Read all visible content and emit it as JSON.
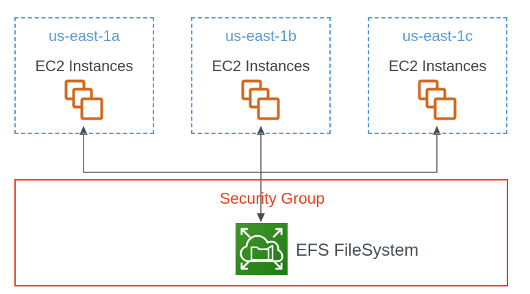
{
  "diagram": {
    "zones": [
      {
        "name": "us-east-1a",
        "service_label": "EC2 Instances"
      },
      {
        "name": "us-east-1b",
        "service_label": "EC2 Instances"
      },
      {
        "name": "us-east-1c",
        "service_label": "EC2 Instances"
      }
    ],
    "security_group": {
      "label": "Security Group"
    },
    "efs": {
      "label": "EFS FileSystem"
    },
    "icons": {
      "ec2": "ec2-instances-stack-icon",
      "efs": "efs-filesystem-icon",
      "connector": "arrow-connector"
    },
    "colors": {
      "zone_border": "#5b9bd5",
      "zone_title_text": "#5b9bd5",
      "dark_text": "#3f4345",
      "ec2_icon_orange": "#d2691e",
      "security_border": "#e5431f",
      "security_text": "#e8401c",
      "efs_green_light": "#44962c",
      "efs_green_dark": "#1d7c12",
      "connector_gray": "#595959"
    }
  }
}
